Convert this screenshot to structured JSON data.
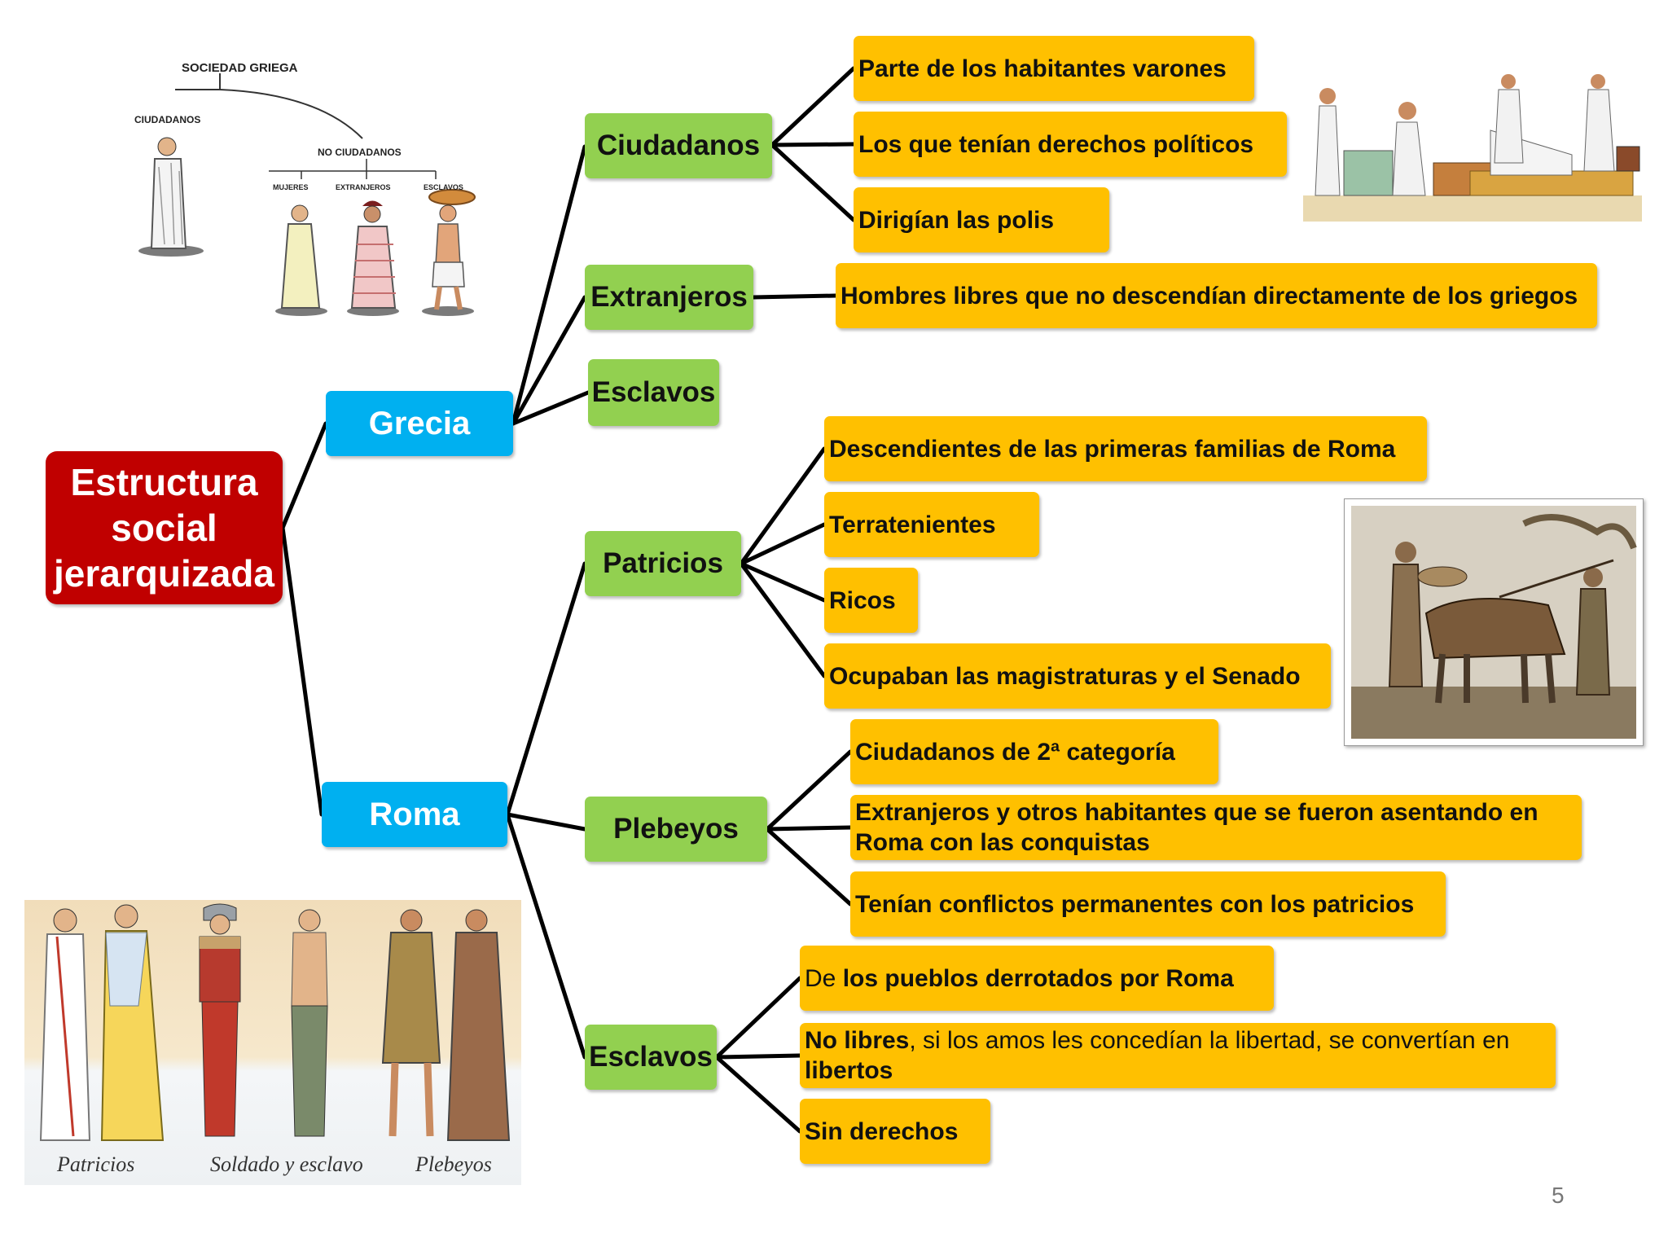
{
  "root": {
    "lines": [
      "Estructura",
      "social",
      "jerarquizada"
    ]
  },
  "grecia": {
    "label": "Grecia",
    "groups": [
      {
        "label": "Ciudadanos",
        "items": [
          "Parte de los habitantes varones",
          "Los que tenían derechos políticos",
          "Dirigían las polis"
        ]
      },
      {
        "label": "Extranjeros",
        "items": [
          "Hombres libres que no descendían directamente de los griegos"
        ]
      },
      {
        "label": "Esclavos",
        "items": []
      }
    ]
  },
  "roma": {
    "label": "Roma",
    "groups": [
      {
        "label": "Patricios",
        "items": [
          "Descendientes de las primeras familias de Roma",
          "Terratenientes",
          "Ricos",
          "Ocupaban las magistraturas y el Senado"
        ]
      },
      {
        "label": "Plebeyos",
        "items": [
          "Ciudadanos de 2ª categoría",
          "Extranjeros y otros habitantes que se fueron asentando en Roma con las conquistas",
          "Tenían conflictos permanentes con los patricios"
        ]
      },
      {
        "label": "Esclavos",
        "items_rich": [
          {
            "a": "De",
            "b": " los pueblos derrotados por Roma"
          },
          {
            "a": "No libres",
            "b": ", si los amos les concedían la libertad, se convertían en",
            "c": "libertos"
          },
          {
            "a": "Sin derechos"
          }
        ]
      }
    ]
  },
  "greek_chart": {
    "title": "SOCIEDAD GRIEGA",
    "citizens": "CIUDADANOS",
    "non_citizens": "NO CIUDADANOS",
    "women": "MUJERES",
    "foreigners": "EXTRANJEROS",
    "slaves": "ESCLAVOS"
  },
  "figure_captions": [
    "Patricios",
    "Soldado y esclavo",
    "Plebeyos"
  ],
  "page_number": "5",
  "colors": {
    "root": "#c00000",
    "region": "#00b0f0",
    "group": "#92d050",
    "leaf": "#ffc000"
  }
}
